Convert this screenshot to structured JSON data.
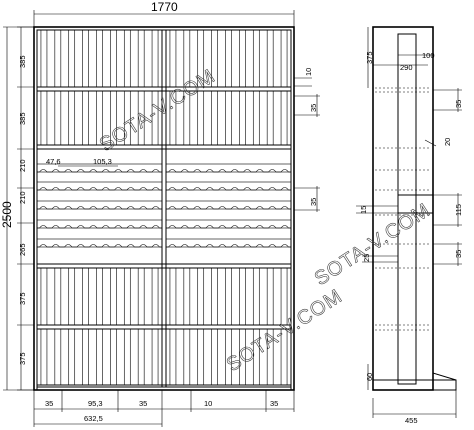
{
  "front_view": {
    "total_width": "1770",
    "total_height": "2500",
    "section_heights": [
      "385",
      "385",
      "210",
      "210",
      "265",
      "375",
      "375"
    ],
    "bottle_pitch": "47,6",
    "rack_width": "105,3",
    "right_labels": [
      "10",
      "35",
      "35"
    ],
    "bottom_dims": [
      "35",
      "95,3",
      "35",
      "10",
      "35"
    ],
    "half_width": "632,5"
  },
  "side_view": {
    "top_dims": [
      "100",
      "290"
    ],
    "left_dims": [
      "375",
      "15",
      "25",
      "60"
    ],
    "right_dims": [
      "35",
      "20",
      "115",
      "35"
    ],
    "depth": "455"
  },
  "watermarks": [
    "SOTA-V.COM",
    "SOTA-V.COM",
    "SOTA-V.COM"
  ],
  "colors": {
    "line": "#000000",
    "background": "#ffffff",
    "watermark": "#444444"
  }
}
